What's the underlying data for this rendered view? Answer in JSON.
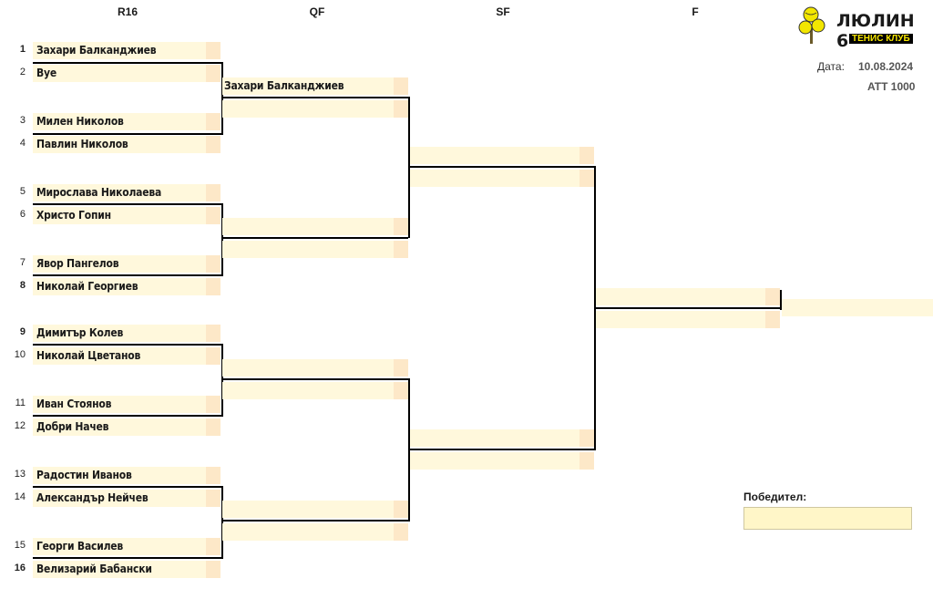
{
  "rounds": [
    "R16",
    "QF",
    "SF",
    "F"
  ],
  "logo": {
    "title": "ЛЮЛИН 6",
    "subtitle": "ТЕНИС КЛУБ"
  },
  "date_label": "Дата:",
  "date_value": "10.08.2024",
  "category": "ATT 1000",
  "winner_label": "Победител:",
  "players": [
    {
      "seed": "1",
      "name": "Захари Балканджиев"
    },
    {
      "seed": "2",
      "name": "Bye"
    },
    {
      "seed": "3",
      "name": "Милен Николов"
    },
    {
      "seed": "4",
      "name": "Павлин Николов"
    },
    {
      "seed": "5",
      "name": "Мирослава Николаева"
    },
    {
      "seed": "6",
      "name": "Христо Гопин"
    },
    {
      "seed": "7",
      "name": "Явор Пангелов"
    },
    {
      "seed": "8",
      "name": "Николай Георгиев"
    },
    {
      "seed": "9",
      "name": "Димитър Колев"
    },
    {
      "seed": "10",
      "name": "Николай Цветанов"
    },
    {
      "seed": "11",
      "name": "Иван Стоянов"
    },
    {
      "seed": "12",
      "name": "Добри Начев"
    },
    {
      "seed": "13",
      "name": "Радостин Иванов"
    },
    {
      "seed": "14",
      "name": "Александър Нейчев"
    },
    {
      "seed": "15",
      "name": "Георги Василев"
    },
    {
      "seed": "16",
      "name": "Велизарий Бабански"
    }
  ],
  "qf_winners": [
    "Захари Балканджиев",
    "",
    "",
    "",
    "",
    "",
    "",
    ""
  ],
  "colors": {
    "slot": "#fff8dc",
    "score": "#fde8c8",
    "badge_text": "#f7e600"
  }
}
